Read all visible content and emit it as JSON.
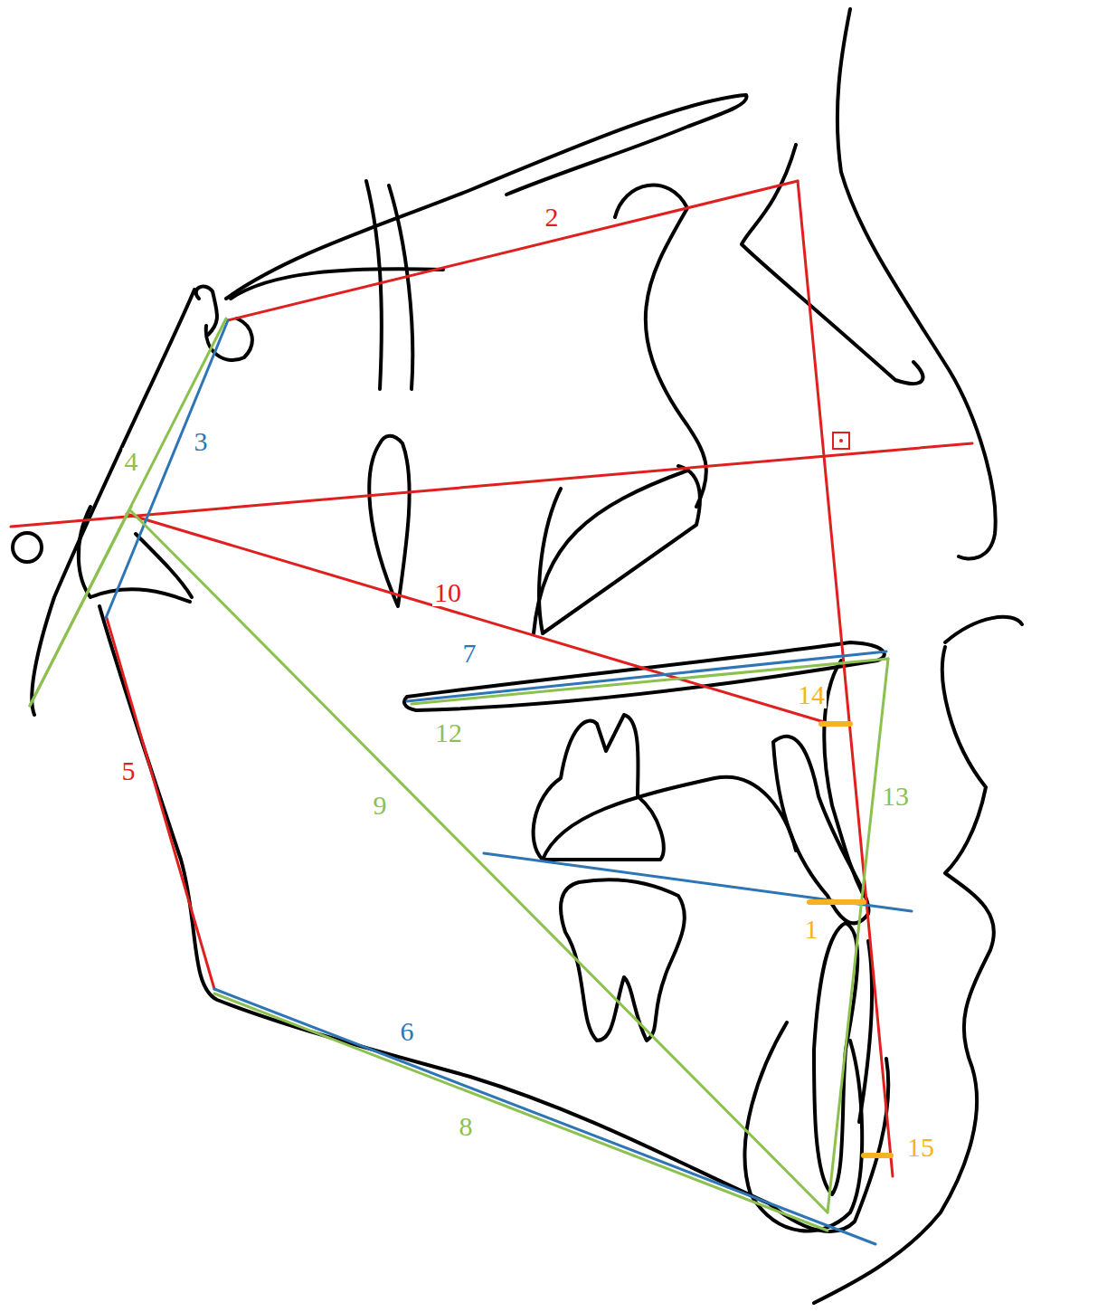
{
  "diagram": {
    "labels": [
      "2",
      "3",
      "4",
      "10",
      "7",
      "14",
      "12",
      "5",
      "13",
      "9",
      "1",
      "6",
      "8",
      "15"
    ]
  }
}
